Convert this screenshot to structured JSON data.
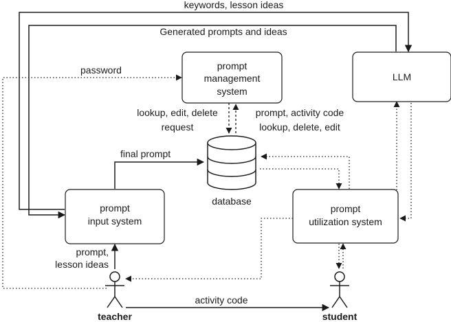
{
  "nodes": {
    "pms": [
      "prompt",
      "management",
      "system"
    ],
    "llm": [
      "LLM"
    ],
    "pis": [
      "prompt",
      "input system"
    ],
    "pus": [
      "prompt",
      "utilization system"
    ],
    "database": "database"
  },
  "actors": {
    "teacher": "teacher",
    "student": "student"
  },
  "edges": {
    "keywords": "keywords, lesson ideas",
    "generated": "Generated prompts and ideas",
    "password": "password",
    "lookup_req": [
      "lookup, edit, delete",
      "request"
    ],
    "prompt_code": [
      "prompt, activity code",
      "lookup, delete, edit"
    ],
    "final_prompt": "final prompt",
    "prompt_ideas": [
      "prompt,",
      "lesson ideas"
    ],
    "activity_code": "activity code"
  }
}
